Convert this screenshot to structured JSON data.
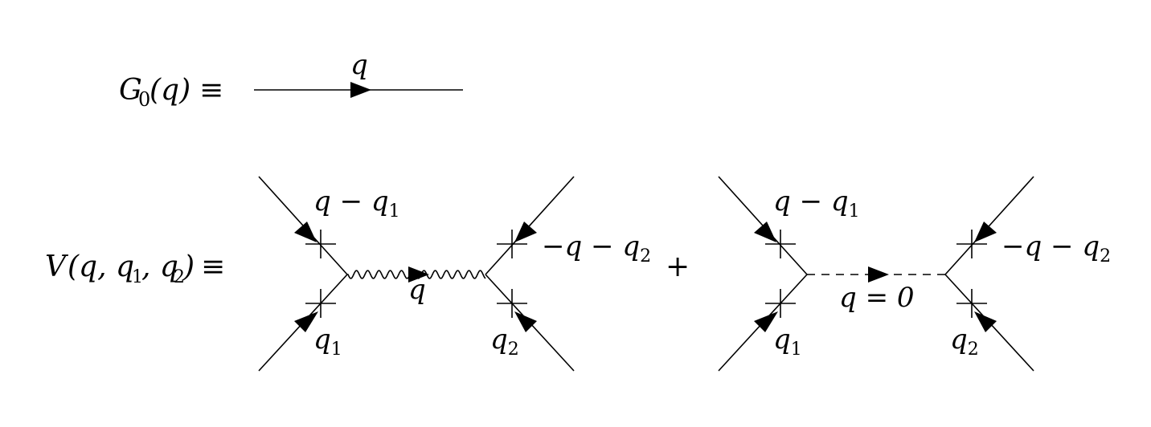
{
  "propagator": {
    "lhs": {
      "symbol": "G",
      "subscript": "0",
      "args": "(q)",
      "equiv": "≡"
    },
    "momentum_label": "q"
  },
  "vertex": {
    "lhs": {
      "symbol": "V",
      "args_open": "(q, q",
      "sub1": "1",
      "mid": ", q",
      "sub2": "2",
      "args_close": ")",
      "equiv": "≡"
    },
    "plus": "+",
    "diagram_1": {
      "in_left_top": "q − q",
      "in_left_top_sub": "1",
      "in_left_bottom": "q",
      "in_left_bottom_sub": "1",
      "out_right_top": "−q − q",
      "out_right_top_sub": "2",
      "out_right_bottom": "q",
      "out_right_bottom_sub": "2",
      "internal_label": "q",
      "internal_line": "wavy"
    },
    "diagram_2": {
      "in_left_top": "q − q",
      "in_left_top_sub": "1",
      "in_left_bottom": "q",
      "in_left_bottom_sub": "1",
      "out_right_top": "−q − q",
      "out_right_top_sub": "2",
      "out_right_bottom": "q",
      "out_right_bottom_sub": "2",
      "internal_label": "q = 0",
      "internal_line": "dashed"
    }
  }
}
